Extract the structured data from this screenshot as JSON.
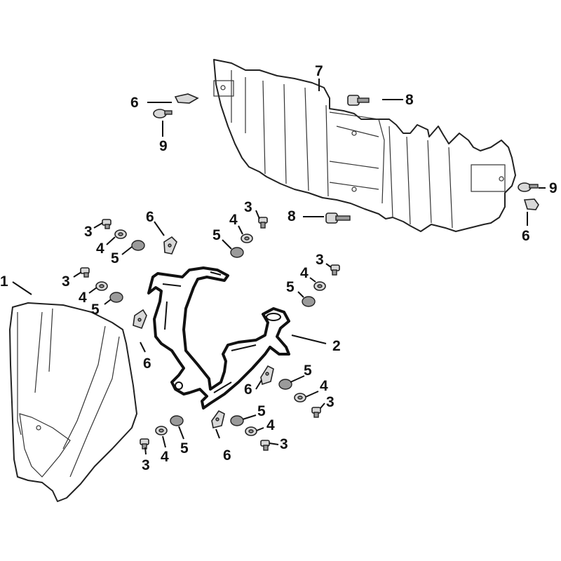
{
  "callouts": {
    "c1": "1",
    "c2": "2",
    "c3a": "3",
    "c3b": "3",
    "c3c": "3",
    "c3d": "3",
    "c3e": "3",
    "c3f": "3",
    "c3g": "3",
    "c4a": "4",
    "c4b": "4",
    "c4c": "4",
    "c4d": "4",
    "c4e": "4",
    "c4f": "4",
    "c4g": "4",
    "c5a": "5",
    "c5b": "5",
    "c5c": "5",
    "c5d": "5",
    "c5e": "5",
    "c5f": "5",
    "c5g": "5",
    "c6a": "6",
    "c6b": "6",
    "c6c": "6",
    "c6d": "6",
    "c6e": "6",
    "c6f": "6",
    "c7": "7",
    "c8a": "8",
    "c8b": "8",
    "c9a": "9",
    "c9b": "9"
  }
}
